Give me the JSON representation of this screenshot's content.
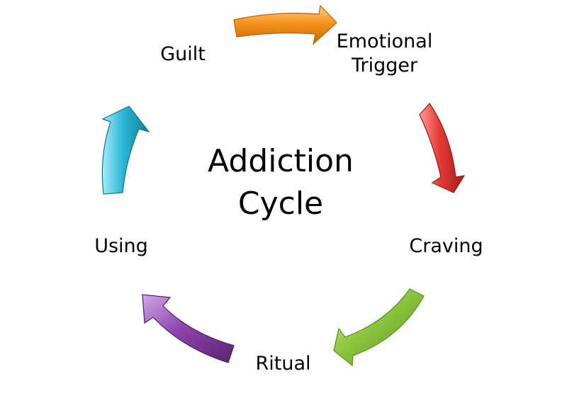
{
  "diagram": {
    "center": {
      "line1": "Addiction",
      "line2": "Cycle"
    },
    "stages": {
      "emotional_trigger_line1": "Emotional",
      "emotional_trigger_line2": "Trigger",
      "craving": "Craving",
      "ritual": "Ritual",
      "using": "Using",
      "guilt": "Guilt"
    },
    "arrows": [
      {
        "from": "Guilt",
        "to": "Emotional Trigger",
        "color": "#f7941d"
      },
      {
        "from": "Emotional Trigger",
        "to": "Craving",
        "color": "#e53935"
      },
      {
        "from": "Craving",
        "to": "Ritual",
        "color": "#8cc63f"
      },
      {
        "from": "Ritual",
        "to": "Using",
        "color": "#8e44ad"
      },
      {
        "from": "Using",
        "to": "Guilt",
        "color": "#29b6d6"
      }
    ]
  }
}
